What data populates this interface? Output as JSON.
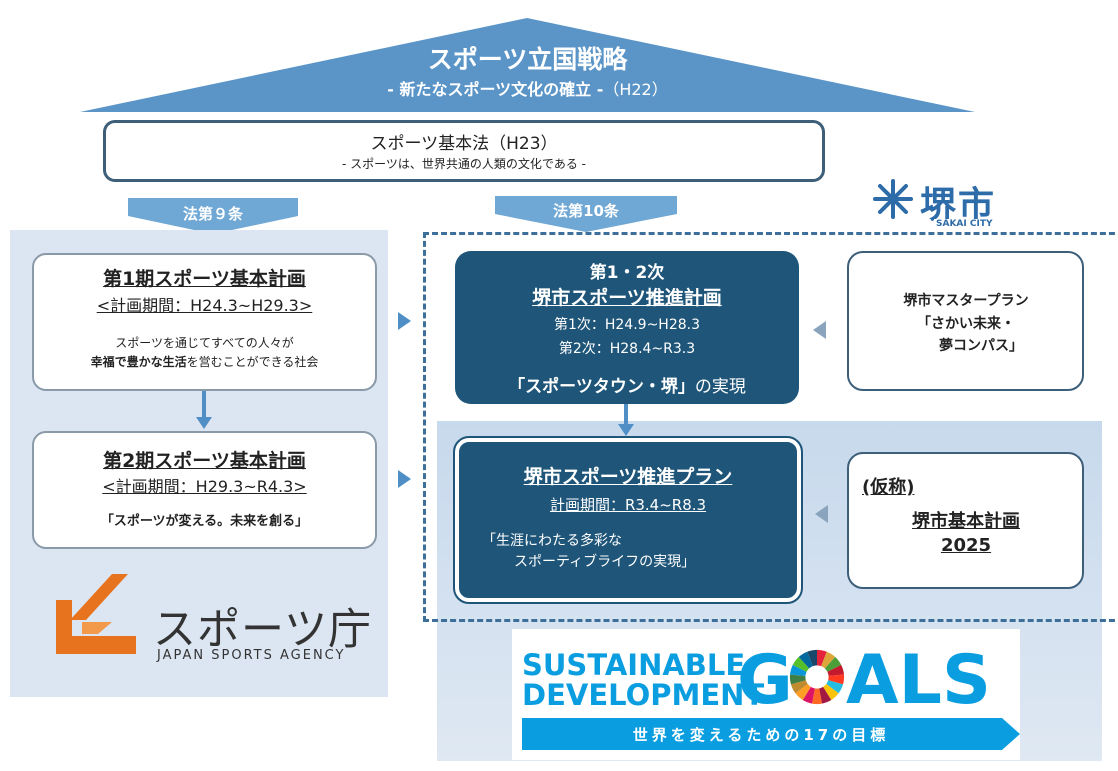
{
  "strategy": {
    "title": "スポーツ立国戦略",
    "subtitle": "- 新たなスポーツ文化の確立 -",
    "era": "（H22）"
  },
  "basic_law": {
    "title": "スポーツ基本法（H23）",
    "subtitle": "- スポーツは、世界共通の人類の文化である -"
  },
  "arrows": {
    "left_label": "法第９条",
    "mid_label": "法第10条"
  },
  "national_plans": {
    "plan1": {
      "title": "第1期スポーツ基本計画",
      "period": "<計画期間：H24.3~H29.3>",
      "desc_line1": "スポーツを通じてすべての人々が",
      "desc_line2_bold": "幸福で豊かな生活",
      "desc_line2_rest": "を営むことができる社会"
    },
    "plan2": {
      "title": "第2期スポーツ基本計画",
      "period": "<計画期間：H29.3~R4.3>",
      "slogan": "「スポーツが変える。未来を創る」"
    }
  },
  "jsa_logo": {
    "name": "スポーツ庁",
    "english": "JAPAN SPORTS AGENCY"
  },
  "sakai_logo": {
    "name": "堺市",
    "english": "SAKAI CITY"
  },
  "sakai_promotion": {
    "line1": "第1・2次",
    "line2": "堺市スポーツ推進計画",
    "line3": "第1次：H24.9~H28.3",
    "line4": "第2次：H28.4~R3.3",
    "line5_bold": "「スポーツタウン・堺」",
    "line5_rest": "の実現"
  },
  "master_plan": {
    "line1": "堺市マスタープラン",
    "line2": "「さかい未来・",
    "line3": "夢コンパス」"
  },
  "new_plan": {
    "title": "堺市スポーツ推進プラン",
    "period": "計画期間：R3.4~R8.3",
    "slogan1": "「生涯にわたる多彩な",
    "slogan2": "スポーティブライフの実現」"
  },
  "sakai_basic_plan": {
    "line1": "(仮称)",
    "line2": "堺市基本計画",
    "line3": "2025"
  },
  "sdgs": {
    "line1": "SUSTAINABLE",
    "line2": "DEVELOPMENT",
    "g": "G",
    "als": "ALS",
    "banner": "世界を変えるための17の目標"
  },
  "colors": {
    "light_blue": "#6fa7d5",
    "dark_teal": "#1e5578",
    "panel_blue": "#dce6f2",
    "jsa_orange": "#e8731e",
    "sdg_blue": "#0a9ee0"
  }
}
